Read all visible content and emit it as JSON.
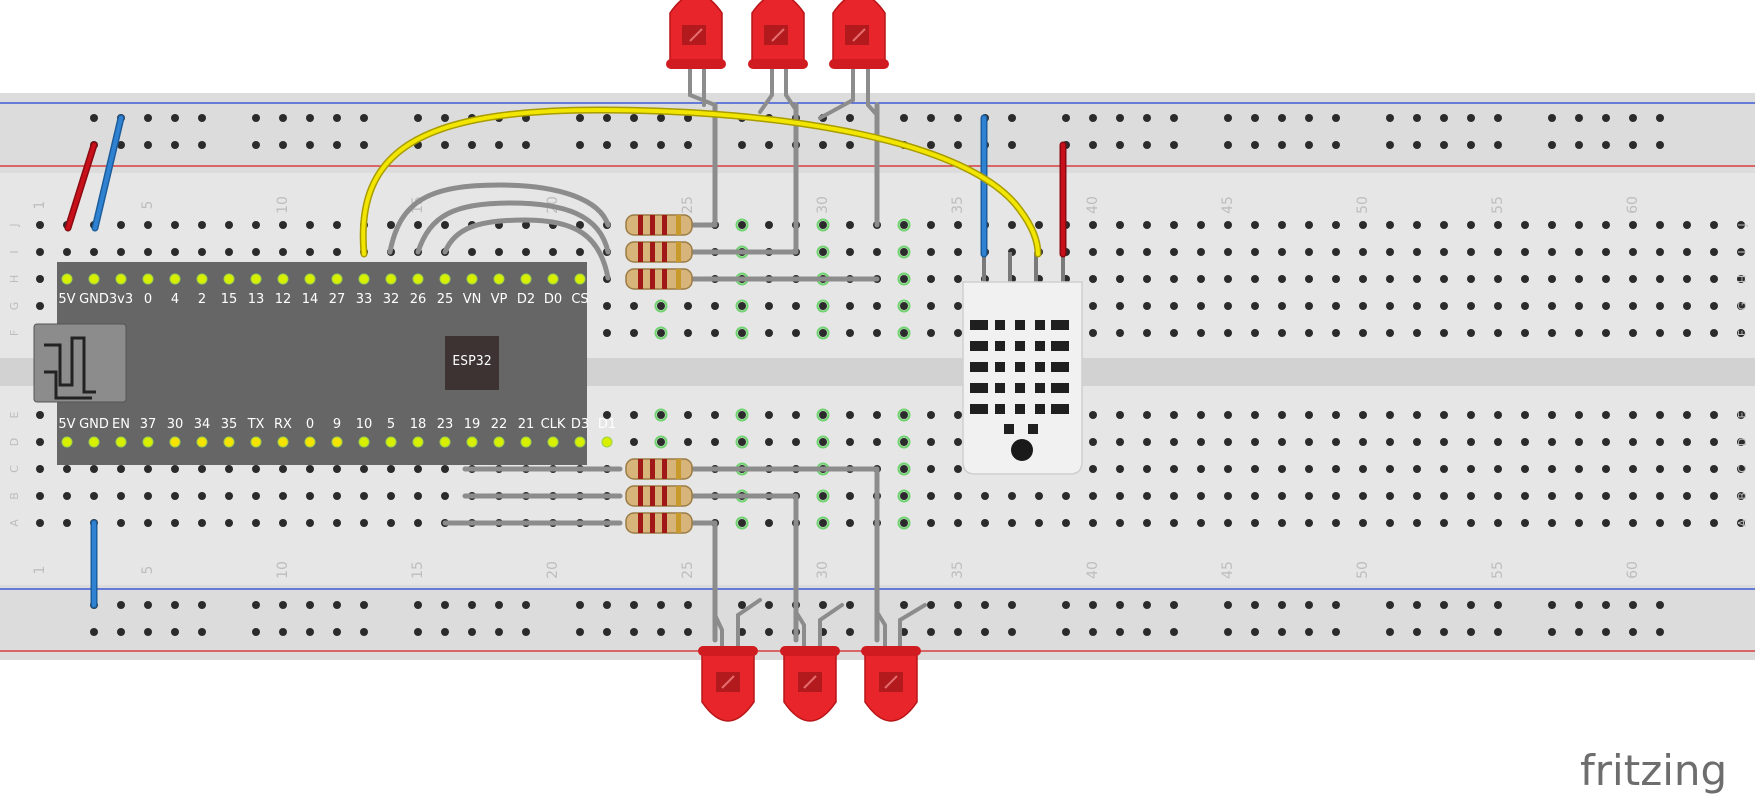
{
  "breadboard": {
    "column_numbers": [
      "1",
      "5",
      "10",
      "15",
      "20",
      "25",
      "30",
      "35",
      "40",
      "45",
      "50",
      "55",
      "60"
    ],
    "row_letters_top": [
      "J",
      "I",
      "H",
      "G",
      "F"
    ],
    "row_letters_bottom": [
      "E",
      "D",
      "C",
      "B",
      "A"
    ]
  },
  "esp32": {
    "chip_label": "ESP32",
    "top_pins": [
      "5V",
      "GND",
      "3v3",
      "0",
      "4",
      "2",
      "15",
      "13",
      "12",
      "14",
      "27",
      "33",
      "32",
      "26",
      "25",
      "VN",
      "VP",
      "D2",
      "D0",
      "CS"
    ],
    "bottom_pins": [
      "5V",
      "GND",
      "EN",
      "37",
      "30",
      "34",
      "35",
      "TX",
      "RX",
      "0",
      "9",
      "10",
      "5",
      "18",
      "23",
      "19",
      "22",
      "21",
      "CLK",
      "D3",
      "D1"
    ]
  },
  "branding": {
    "logo_text": "fritzing"
  },
  "colors": {
    "wire_yellow": "#f2e600",
    "wire_gray": "#8c8c8c",
    "wire_red": "#c8101a",
    "wire_blue": "#2f82d2",
    "led_red": "#e8252a",
    "board_gray": "#666666",
    "rail_blue": "#1f3fd6",
    "rail_red": "#d61f1f"
  }
}
